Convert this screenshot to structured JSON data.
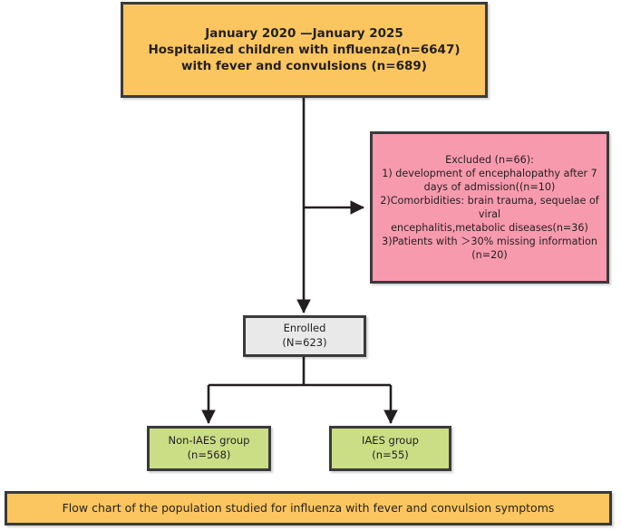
{
  "chart_data": {
    "type": "diagram",
    "title": "Flow chart of the population studied for influenza with fever and convulsion symptoms",
    "diagram_kind": "participant-flow-chart",
    "nodes": [
      {
        "id": "cohort",
        "n": 689,
        "screened": 6647
      },
      {
        "id": "excluded",
        "n": 66
      },
      {
        "id": "enrolled",
        "n": 623
      },
      {
        "id": "non_iaes",
        "n": 568
      },
      {
        "id": "iaes",
        "n": 55
      }
    ]
  },
  "cohort": {
    "period": "January 2020 —January 2025",
    "line2": "Hospitalized children with influenza(n=6647)",
    "line3": "with fever and convulsions (n=689)"
  },
  "excluded": {
    "heading": "Excluded (n=66):",
    "reason1": "1) development of encephalopathy after 7",
    "reason1b": "days of admission((n=10)",
    "reason2": "2)Comorbidities: brain trauma, sequelae of",
    "reason2b": "viral",
    "reason2c": "encephalitis,metabolic diseases(n=36)",
    "reason3": "3)Patients with ＞30% missing information",
    "reason3b": "(n=20)"
  },
  "enrolled": {
    "label": "Enrolled",
    "count": "(N=623)"
  },
  "non_iaes": {
    "label": "Non-IAES group",
    "count": "(n=568)"
  },
  "iaes": {
    "label": "IAES group",
    "count": "(n=55)"
  },
  "caption": {
    "text": "Flow chart of the population studied for influenza with fever and convulsion symptoms"
  },
  "colors": {
    "cohort_fill": "#fbc65f",
    "excluded_fill": "#f79aad",
    "enrolled_fill": "#e9e9e9",
    "group_fill": "#cbde86",
    "caption_fill": "#fbc65f",
    "border": "#3a3a3c",
    "connector": "#231f20"
  }
}
